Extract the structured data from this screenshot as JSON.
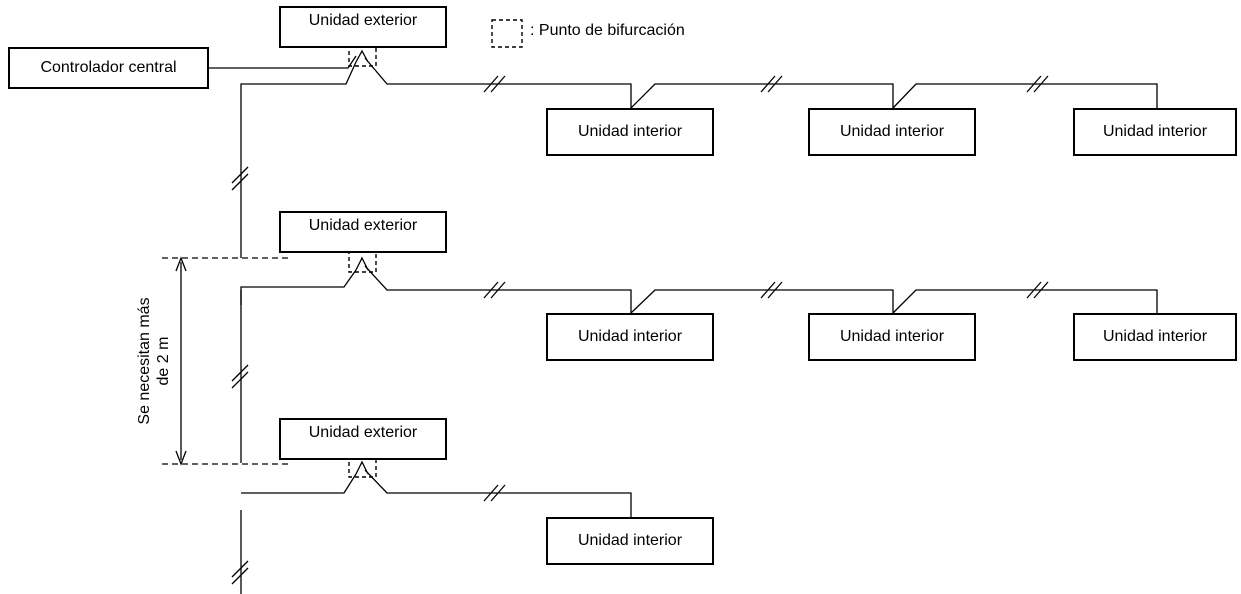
{
  "legend": {
    "text": ": Punto de bifurcación"
  },
  "controller": {
    "label": "Controlador central"
  },
  "outdoor_units": [
    {
      "label": "Unidad exterior"
    },
    {
      "label": "Unidad exterior"
    },
    {
      "label": "Unidad exterior"
    }
  ],
  "indoor_units": [
    {
      "label": "Unidad interior"
    },
    {
      "label": "Unidad interior"
    },
    {
      "label": "Unidad interior"
    },
    {
      "label": "Unidad interior"
    },
    {
      "label": "Unidad interior"
    },
    {
      "label": "Unidad interior"
    },
    {
      "label": "Unidad interior"
    }
  ],
  "dimension": {
    "line1": "Se necesitan más",
    "line2": "de 2 m"
  }
}
